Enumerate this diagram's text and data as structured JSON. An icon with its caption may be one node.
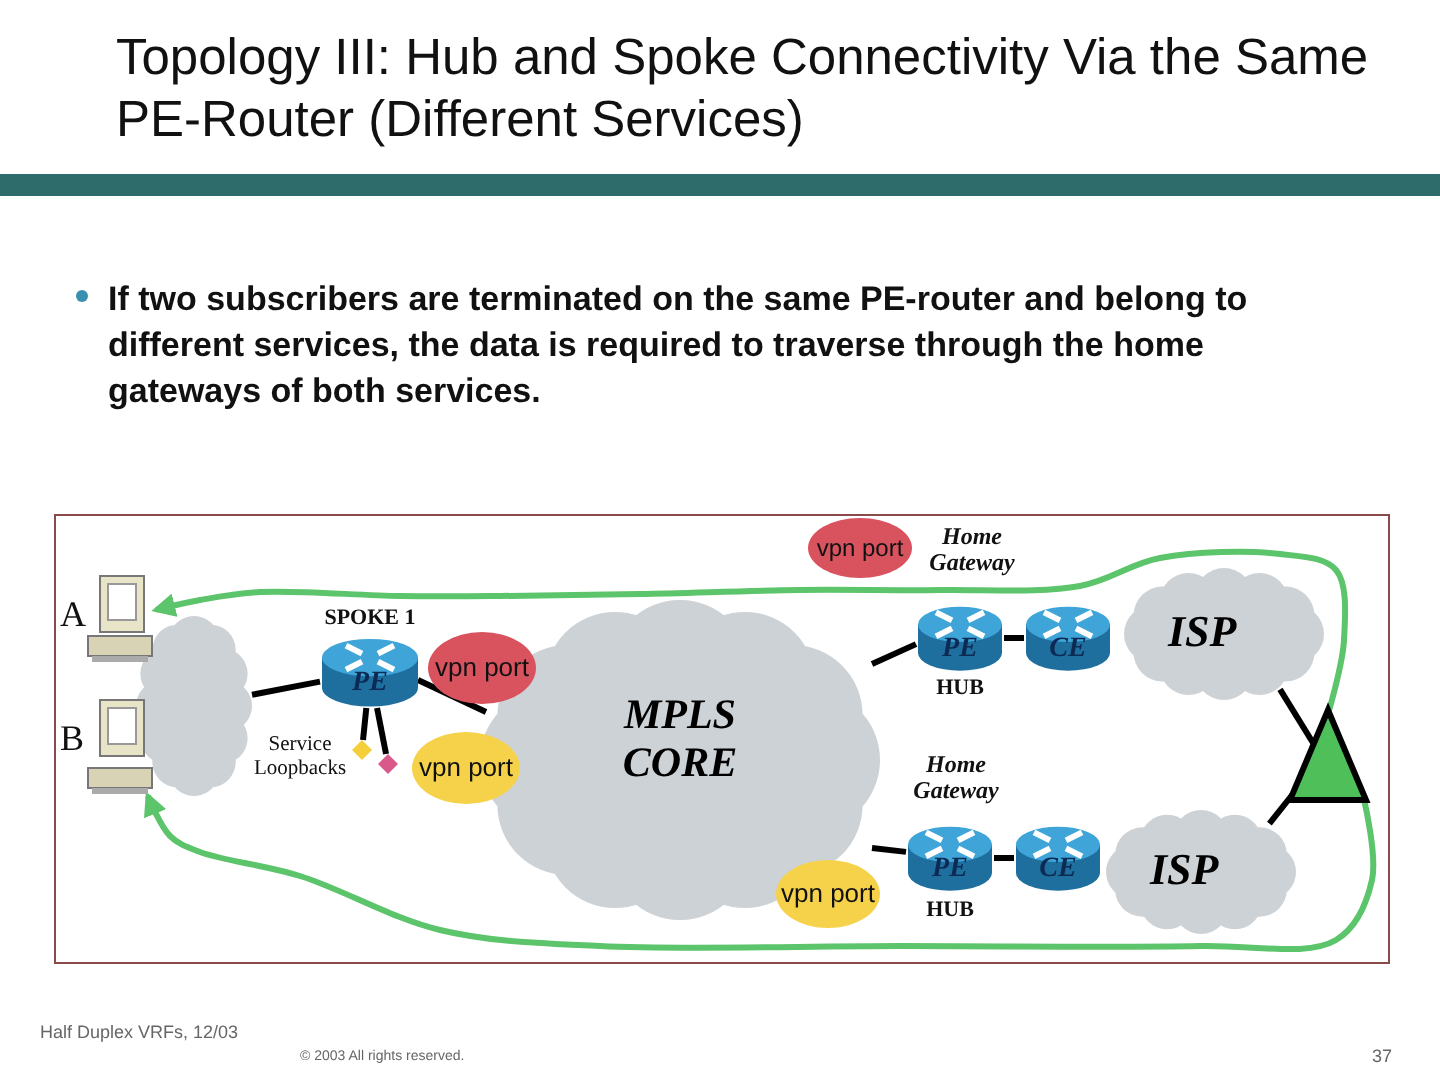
{
  "diagram": {
    "title": "Topology III: Hub and Spoke Connectivity Via the Same PE-Router (Different Services)",
    "nodes": [
      {
        "text": [],
        "shape": "cloud"
      },
      {
        "text": [],
        "shape": "computer",
        "beside": [
          "A"
        ]
      },
      {
        "text": [],
        "shape": "computer",
        "beside": [
          "B"
        ]
      },
      {
        "text": [
          "PE"
        ],
        "beside": [
          "SPOKE 1"
        ]
      },
      {
        "text": [
          "vpn port"
        ]
      },
      {
        "text": [
          "vpn port"
        ]
      },
      {
        "text": [
          "MPLS CORE"
        ]
      },
      {
        "text": [
          "vpn port"
        ]
      },
      {
        "text": [
          "PE"
        ],
        "beside": [
          "HUB"
        ]
      },
      {
        "text": [
          "CE"
        ]
      },
      {
        "text": [
          "ISP"
        ]
      },
      {
        "text": [
          "vpn port"
        ]
      },
      {
        "text": [
          "PE"
        ],
        "beside": [
          "HUB"
        ]
      },
      {
        "text": [
          "CE"
        ]
      },
      {
        "text": [
          "ISP"
        ]
      },
      {
        "text": [],
        "shape": "triangle"
      },
      {
        "text": [],
        "shape": "diamond"
      },
      {
        "text": [],
        "shape": "diamond"
      }
    ],
    "edges": [
      {
        "from": 0,
        "to": 3,
        "arrow": "none"
      },
      {
        "from": 3,
        "to": 6,
        "arrow": "none"
      },
      {
        "from": 6,
        "to": 8,
        "arrow": "none"
      },
      {
        "from": 8,
        "to": 9,
        "arrow": "none"
      },
      {
        "from": 10,
        "to": 15,
        "arrow": "none"
      },
      {
        "from": 6,
        "to": 12,
        "arrow": "none"
      },
      {
        "from": 12,
        "to": 13,
        "arrow": "none"
      },
      {
        "from": 14,
        "to": 15,
        "arrow": "none"
      },
      {
        "from": 3,
        "to": 16,
        "arrow": "none"
      },
      {
        "from": 3,
        "to": 17,
        "arrow": "none"
      },
      {
        "from": 15,
        "to": 1,
        "arrow": "to",
        "color": "#5cc46a"
      },
      {
        "from": 15,
        "to": 2,
        "arrow": "to",
        "color": "#5cc46a"
      }
    ],
    "labels": [
      "If two subscribers are terminated on the same PE-router and belong to different services, the data is required to traverse through the home gateways of both services.",
      "Home Gateway",
      "Service Loopbacks",
      "Home Gateway",
      "Half Duplex VRFs, 12/03",
      "© 2003 All rights reserved.",
      "37"
    ]
  }
}
